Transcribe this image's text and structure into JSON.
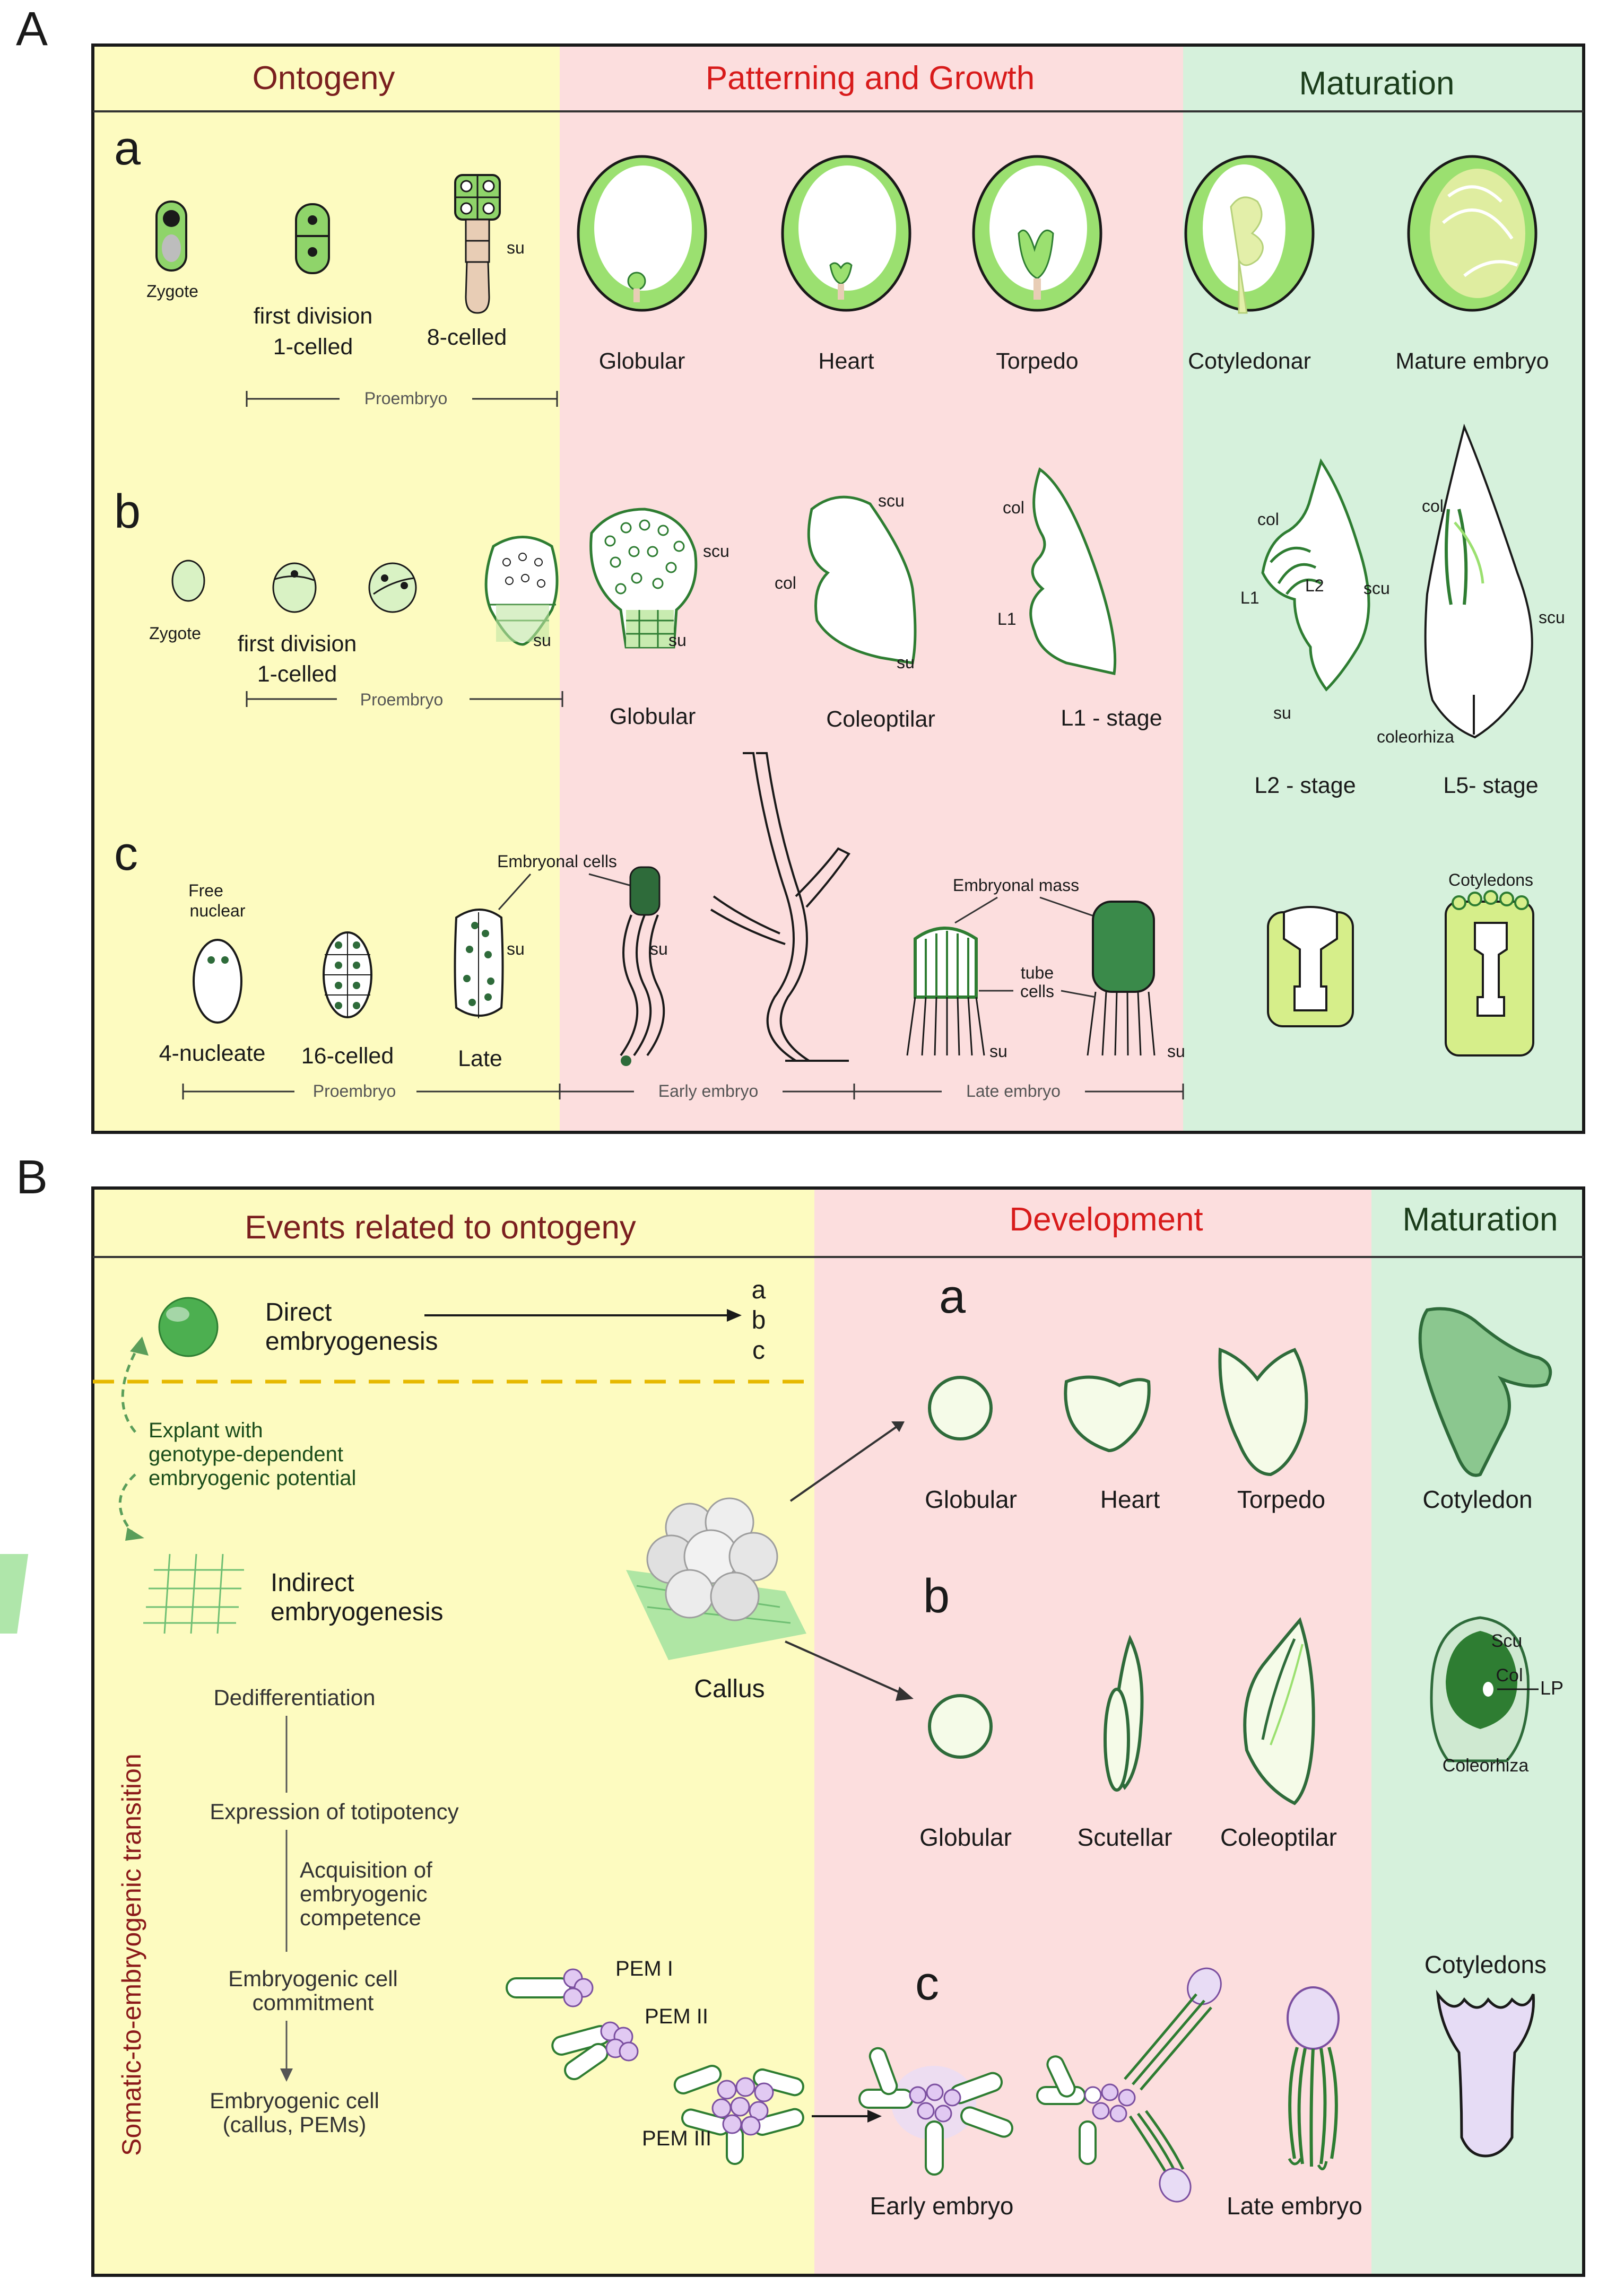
{
  "panel_letters": {
    "A": "A",
    "B": "B"
  },
  "A": {
    "headers": {
      "ontogeny": "Ontogeny",
      "patterning": "Patterning and Growth",
      "maturation": "Maturation"
    },
    "row_letters": {
      "a": "a",
      "b": "b",
      "c": "c"
    },
    "row_a": {
      "zygote": "Zygote",
      "first_division_1": "first division",
      "first_division_2": "1-celled",
      "eight_celled": "8-celled",
      "su": "su",
      "proembryo": "Proembryo",
      "globular": "Globular",
      "heart": "Heart",
      "torpedo": "Torpedo",
      "cotyledonar": "Cotyledonar",
      "mature_embryo": "Mature embryo"
    },
    "row_b": {
      "zygote": "Zygote",
      "first_division_1": "first division",
      "first_division_2": "1-celled",
      "su": "su",
      "proembryo": "Proembryo",
      "scu": "scu",
      "col": "col",
      "l1": "L1",
      "l2": "L2",
      "coleorhiza": "coleorhiza",
      "globular": "Globular",
      "coleoptilar": "Coleoptilar",
      "l1_stage": "L1 - stage",
      "l2_stage": "L2 - stage",
      "l5_stage": "L5- stage"
    },
    "row_c": {
      "free_nuclear_1": "Free",
      "free_nuclear_2": "nuclear",
      "four_nucleate": "4-nucleate",
      "sixteen_celled": "16-celled",
      "late": "Late",
      "su": "su",
      "embryonal_cells": "Embryonal cells",
      "embryonal_mass": "Embryonal mass",
      "tube_1": "tube",
      "tube_2": "cells",
      "cotyledons": "Cotyledons",
      "proembryo": "Proembryo",
      "early_embryo": "Early embryo",
      "late_embryo": "Late embryo"
    }
  },
  "B": {
    "headers": {
      "ontogeny": "Events related to ontogeny",
      "development": "Development",
      "maturation": "Maturation"
    },
    "direct_1": "Direct",
    "direct_2": "embryogenesis",
    "abc": {
      "a": "a",
      "b": "b",
      "c": "c"
    },
    "explant_1": "Explant with",
    "explant_2": "genotype-dependent",
    "explant_3": "embryogenic potential",
    "indirect_1": "Indirect",
    "indirect_2": "embryogenesis",
    "vertical": "Somatic-to-embryogenic transition",
    "dedifferentiation": "Dedifferentiation",
    "totipotency": "Expression of totipotency",
    "acq_1": "Acquisition of",
    "acq_2": "embryogenic",
    "acq_3": "competence",
    "commit_1": "Embryogenic cell",
    "commit_2": "commitment",
    "cell_1": "Embryogenic  cell",
    "cell_2": "(callus, PEMs)",
    "callus": "Callus",
    "pem1": "PEM I",
    "pem2": "PEM II",
    "pem3": "PEM III",
    "row_letters": {
      "a": "a",
      "b": "b",
      "c": "c"
    },
    "globular_a": "Globular",
    "heart": "Heart",
    "torpedo": "Torpedo",
    "cotyledon": "Cotyledon",
    "globular_b": "Globular",
    "scutellar": "Scutellar",
    "coleoptilar": "Coleoptilar",
    "scu": "Scu",
    "col": "Col",
    "lp": "LP",
    "coleorhiza": "Coleorhiza",
    "cotyledons": "Cotyledons",
    "early_embryo": "Early embryo",
    "late_embryo": "Late embryo"
  },
  "colors": {
    "yellow": "#fdfbc0",
    "pink": "#fcdede",
    "green": "#d6f1dc",
    "dark_green": "#2e7d32",
    "light_green": "#8fd46a",
    "purple": "#e8dcf5",
    "header_red": "#d81b1b",
    "header_brown": "#7a1f1f",
    "dash_yellow": "#e6b800"
  }
}
